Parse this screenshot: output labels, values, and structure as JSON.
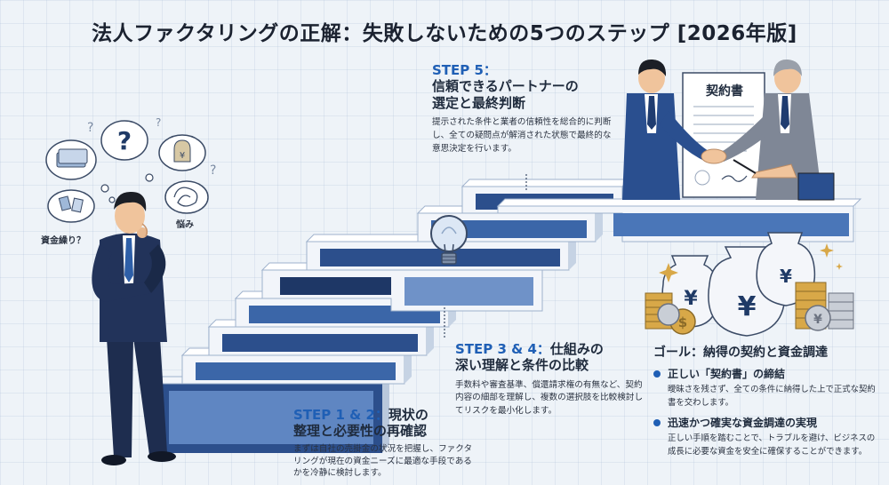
{
  "title": "法人ファクタリングの正解：失敗しないための5つのステップ [2026年版]",
  "bubbles": {
    "cash_flow": "資金繰り？",
    "worry": "悩み",
    "question_marks": "?"
  },
  "step12": {
    "label": "STEP 1 & 2：",
    "heading": "現状の整理と必要性の再確認",
    "heading_line1_rest": "現状の",
    "heading_line2": "整理と必要性の再確認",
    "body": "まずは自社の売掛金の状況を把握し、ファクタリングが現在の資金ニーズに最適な手段であるかを冷静に検討します。"
  },
  "step34": {
    "label": "STEP 3 & 4：",
    "heading_line1_rest": "仕組みの",
    "heading_line2": "深い理解と条件の比較",
    "body": "手数料や審査基準、償還請求権の有無など、契約内容の細部を理解し、複数の選択肢を比較検討してリスクを最小化します。"
  },
  "step5": {
    "label": "STEP 5：",
    "heading_line2": "信頼できるパートナーの",
    "heading_line3": "選定と最終判断",
    "body": "提示された条件と業者の信頼性を総合的に判断し、全ての疑問点が解消された状態で最終的な意思決定を行います。"
  },
  "contract": {
    "title": "契約書"
  },
  "goal": {
    "title": "ゴール：納得の契約と資金調達",
    "items": [
      {
        "head": "正しい「契約書」の締結",
        "body": "曖昧さを残さず、全ての条件に納得した上で正式な契約書を交わします。"
      },
      {
        "head": "迅速かつ確実な資金調達の実現",
        "body": "正しい手順を踏むことで、トラブルを避け、ビジネスの成長に必要な資金を安全に確保することができます。"
      }
    ]
  },
  "money_symbols": {
    "yen": "¥",
    "dollar": "$"
  },
  "colors": {
    "accent_blue": "#1f5fb5",
    "navy_suit": "#1e2d4f",
    "step_blue_dark": "#2c4f8c",
    "step_blue_light": "#7fa2d4",
    "step_face": "#f2f5fa",
    "bag_fill": "#f4f6fa",
    "coin_gold": "#d8a848"
  }
}
